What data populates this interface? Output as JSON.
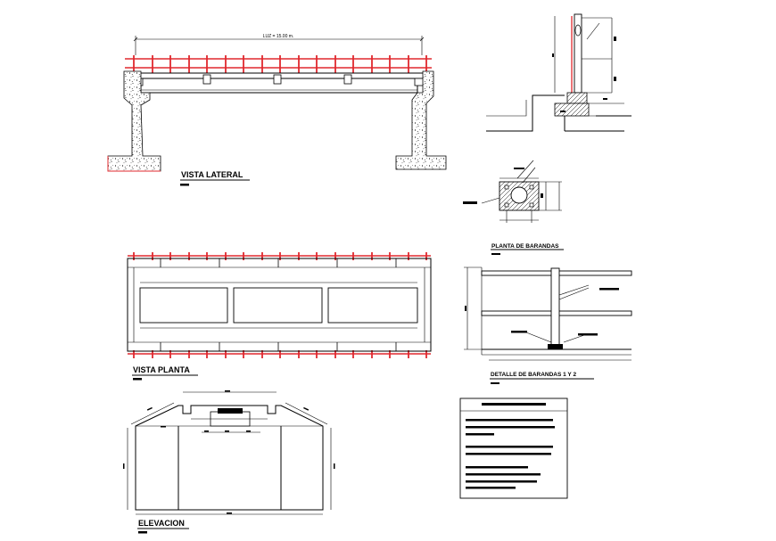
{
  "colors": {
    "line": "#000000",
    "railing": "#e0282e",
    "background": "#ffffff"
  },
  "views": {
    "lateral": {
      "title": "VISTA LATERAL",
      "span_dimension": "LUZ = 15.00 m."
    },
    "plan": {
      "title": "VISTA PLANTA"
    },
    "elevation": {
      "title": "ELEVACION"
    },
    "railing_plan": {
      "title": "PLANTA DE BARANDAS"
    },
    "railing_detail": {
      "title": "DETALLE DE BARANDAS 1 Y 2"
    }
  }
}
